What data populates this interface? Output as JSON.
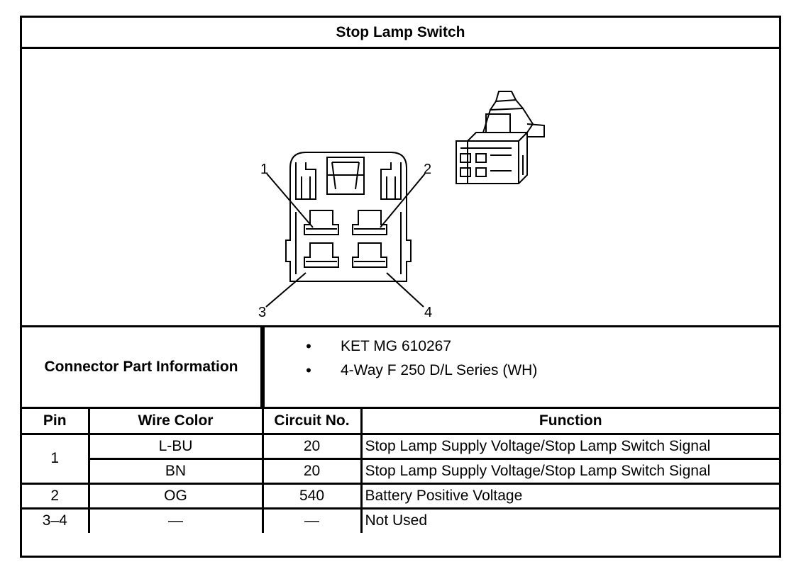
{
  "title": "Stop Lamp Switch",
  "diagram": {
    "pin_labels": [
      "1",
      "2",
      "3",
      "4"
    ]
  },
  "connector_info": {
    "label": "Connector Part Information",
    "items": [
      "KET MG 610267",
      "4-Way F 250 D/L Series (WH)"
    ],
    "bullet": "•"
  },
  "pin_table": {
    "headers": [
      "Pin",
      "Wire Color",
      "Circuit No.",
      "Function"
    ],
    "rows": [
      {
        "pin": "1",
        "wire_color": "L-BU",
        "circuit": "20",
        "function": "Stop Lamp Supply Voltage/Stop Lamp Switch Signal"
      },
      {
        "pin": "",
        "wire_color": "BN",
        "circuit": "20",
        "function": "Stop Lamp Supply Voltage/Stop Lamp Switch Signal"
      },
      {
        "pin": "2",
        "wire_color": "OG",
        "circuit": "540",
        "function": "Battery Positive Voltage"
      },
      {
        "pin": "3–4",
        "wire_color": "—",
        "circuit": "—",
        "function": "Not Used"
      }
    ]
  }
}
